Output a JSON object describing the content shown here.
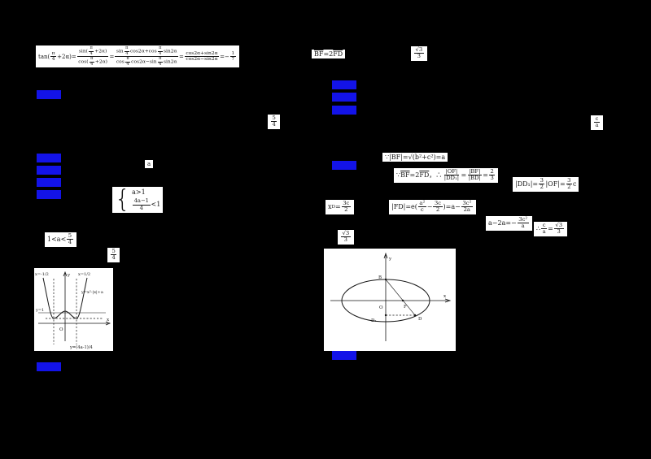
{
  "document": {
    "background": "#000000",
    "highlight_color": "#1313e8",
    "box_background": "#ffffff"
  },
  "formulas": {
    "tan_expansion": "tan({f:π@4}+2α)={f:sin({f:π@4}+2α)@cos({f:π@4}+2α)}={f:sin{f:π@4}cos2α+cos{f:π@4}sin2α@cos{f:π@4}cos2α−sin{f:π@4}sin2α}={f:cos2α+sin2α@cos2α−sin2α}=−{f:1@7}",
    "bf_2fd": "{v:BF}=2{v:FD}",
    "sqrt3_over_3_top": "{f:√3@3}",
    "c_over_a": "{f:c@a}",
    "five_fourths_right": "{f:5@4}",
    "tiny_mark": "a",
    "bf_length": "∵|BF|=√(b²+c²)=a",
    "ratio_line": "∵{v:BF}=2{v:FD}，∴{f:|OF|@|DD₁|}={f:|BF|@|BD|}={f:2@3}",
    "dd1_line": "|DD₁|={f:3@2}|OF|={f:3@2}c",
    "xd_line": "x{b:D}={f:3c@2}",
    "fd_line": "|FD|=e({f:a²@c}−{f:3c@2})=a−{f:3c²@2a}",
    "a_minus_2a": "a−2a=−{f:3c²@a}",
    "eccentricity": "∴{f:c@a}={f:√3@3}",
    "sqrt3_over_3_mid": "{f:√3@3}",
    "system": {
      "row1": "a>1",
      "row2": "{f:4a−1@4}<1"
    },
    "a_range": "1<a<{f:5@4}",
    "five_fourths_left": "{f:5@4}"
  },
  "figure_parabola": {
    "labels": {
      "y_axis": "y",
      "x_axis": "x",
      "origin": "O",
      "left_line": "x=-1/2",
      "right_line": "x=1/2",
      "curve": "y=x²-|x|+a",
      "h_line": "y=1",
      "min_line": "y=(4a-1)/4"
    }
  },
  "figure_ellipse": {
    "labels": {
      "y_axis": "y",
      "x_axis": "x",
      "origin": "O",
      "top_point": "B",
      "focus": "F",
      "point_d": "D",
      "point_d1": "D₁"
    }
  }
}
